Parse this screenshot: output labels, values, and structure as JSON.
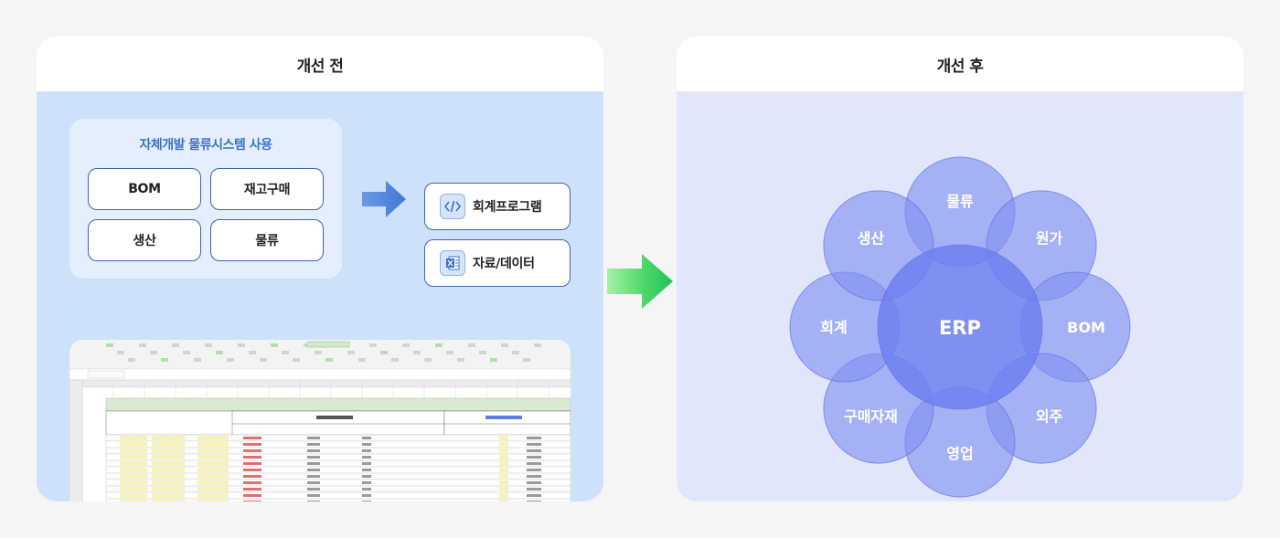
{
  "before": {
    "title": "개선 전",
    "system_title": "자체개발 물류시스템 사용",
    "modules": [
      "BOM",
      "재고구매",
      "생산",
      "물류"
    ],
    "programs": [
      {
        "label": "회계프로그램",
        "icon": "code-icon"
      },
      {
        "label": "자료/데이터",
        "icon": "excel-icon"
      }
    ]
  },
  "after": {
    "title": "개선 후",
    "center": "ERP",
    "petals": [
      "물류",
      "원가",
      "BOM",
      "외주",
      "영업",
      "구매자재",
      "회계",
      "생산"
    ]
  },
  "colors": {
    "before_bg": "#cde1fb",
    "after_bg": "#e1e6fb",
    "accent_blue": "#3d72c9",
    "petal_fill": "#7f90f0",
    "center_fill": "#6f80f0",
    "arrow_green": "#22c55e"
  }
}
